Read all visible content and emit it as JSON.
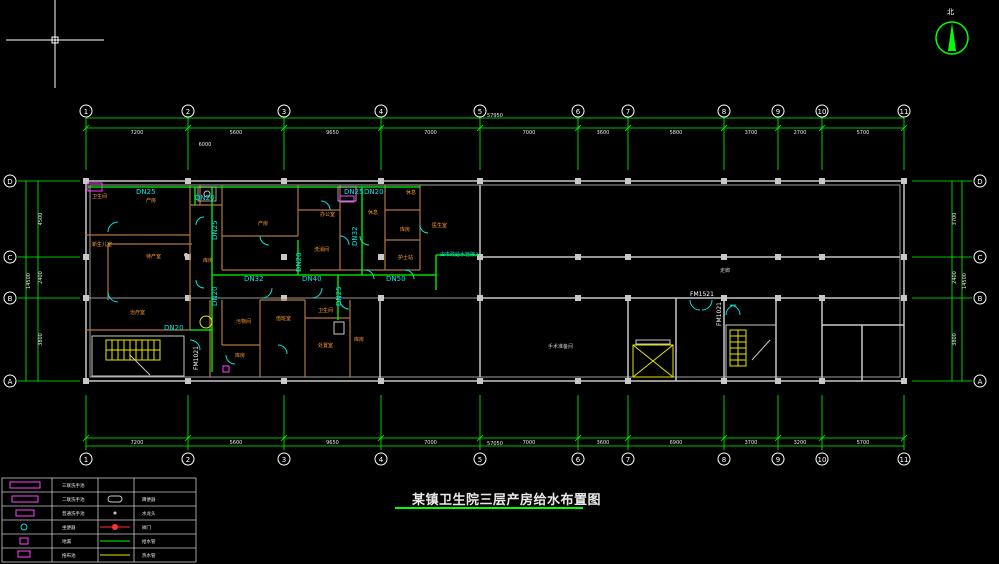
{
  "drawing": {
    "title": "某镇卫生院三层产房给水布置图",
    "north_label": "北"
  },
  "grid": {
    "columns": [
      "1",
      "2",
      "3",
      "4",
      "5",
      "6",
      "7",
      "8",
      "9",
      "10",
      "11"
    ],
    "rows": [
      "D",
      "C",
      "B",
      "A"
    ],
    "top_dims": [
      "7200",
      "5600",
      "9650",
      "7000",
      "7000",
      "3600",
      "5800",
      "3700",
      "2700",
      "5700"
    ],
    "bottom_dims": [
      "7200",
      "5600",
      "9650",
      "7000",
      "7000",
      "3600",
      "6900",
      "3700",
      "3200",
      "5700"
    ],
    "overall_top": "57950",
    "overall_bottom": "57050",
    "sub_dim_top": "6000",
    "left_dims": [
      "4500",
      "2400",
      "3800"
    ],
    "left_total": "14500",
    "right_dims": [
      "3700",
      "2400",
      "3800"
    ],
    "right_total": "14500"
  },
  "pipes": {
    "labels": [
      "DN25",
      "DN20",
      "DN25",
      "DN20",
      "DN32",
      "DN40",
      "DN50",
      "DN20",
      "DN25",
      "DN32",
      "DN20",
      "DN25",
      "DN20"
    ],
    "fm_labels": [
      "FM1521",
      "FM1021",
      "FM1021"
    ]
  },
  "rooms": {
    "left_labels": [
      "产房",
      "待产室",
      "卫生间",
      "产房",
      "新生儿室",
      "治疗室",
      "库房",
      "洗消间",
      "办公室",
      "医生室",
      "护士站",
      "休息",
      "库房",
      "污物间",
      "值班室",
      "处置室"
    ],
    "center": "手术准备间",
    "corridor": "走廊",
    "supply": "由市政给水管接入"
  },
  "legend": {
    "items": [
      {
        "label": "三联洗手池"
      },
      {
        "label": "二联洗手池"
      },
      {
        "label": "普通洗手池"
      },
      {
        "label": "坐便器"
      },
      {
        "label": "地漏"
      },
      {
        "label": "拖布池"
      }
    ],
    "items_right": [
      {
        "label": "蹲便器"
      },
      {
        "label": "水龙头"
      },
      {
        "label": "阀门"
      },
      {
        "label": "给水管"
      },
      {
        "label": "热水管"
      }
    ]
  }
}
